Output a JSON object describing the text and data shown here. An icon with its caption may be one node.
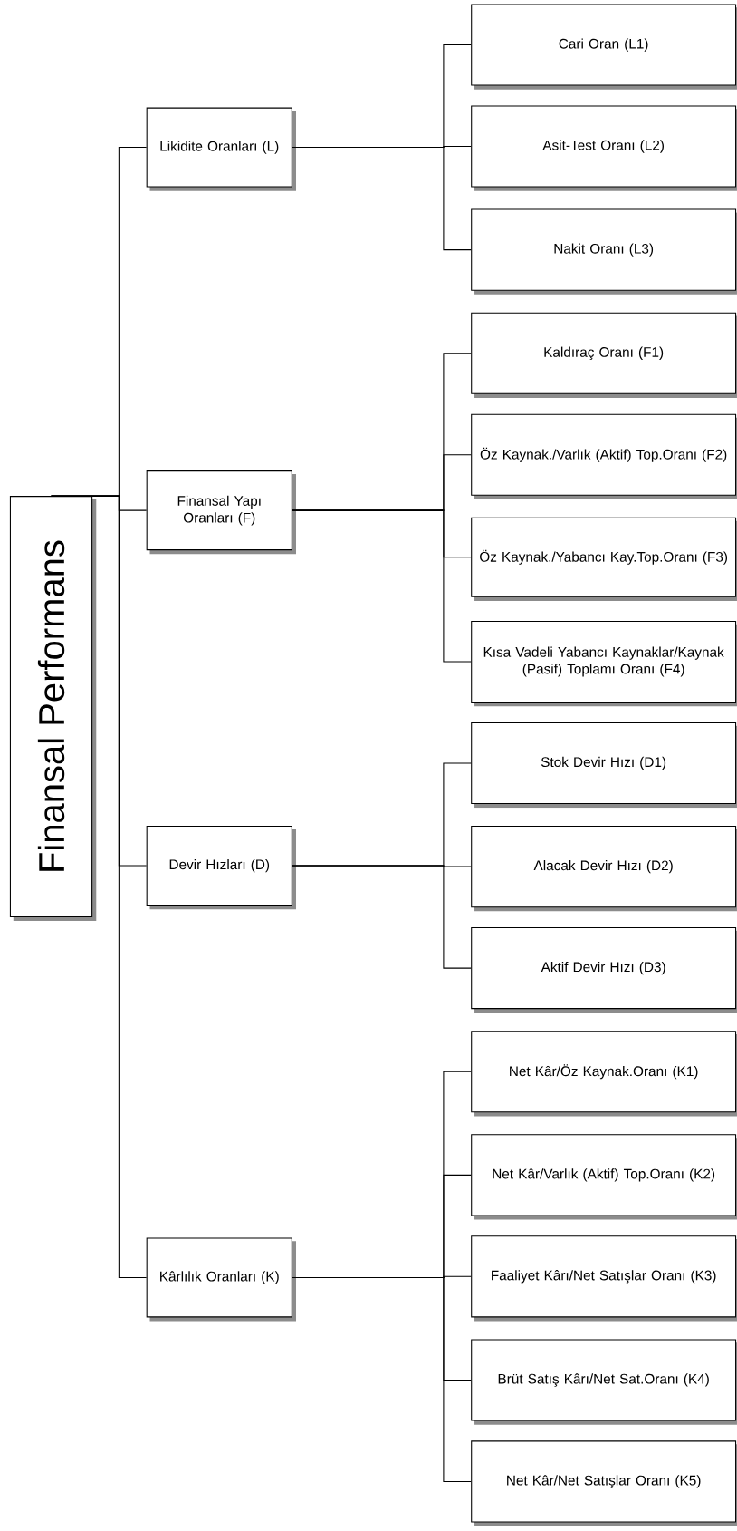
{
  "diagram": {
    "nodes": [
      {
        "text": [
          "Finansal Performans"
        ]
      },
      {
        "text": [
          "Likidite Oranları (L)"
        ]
      },
      {
        "text": [
          "Cari Oran (L1)"
        ]
      },
      {
        "text": [
          "Asit-Test Oranı (L2)"
        ]
      },
      {
        "text": [
          "Nakit Oranı (L3)"
        ]
      },
      {
        "text": [
          "Finansal Yapı Oranları (F)"
        ]
      },
      {
        "text": [
          "Kaldıraç Oranı (F1)"
        ]
      },
      {
        "text": [
          "Öz Kaynak./Varlık (Aktif) Top.Oranı (F2)"
        ]
      },
      {
        "text": [
          "Öz Kaynak./Yabancı Kay.Top.Oranı (F3)"
        ]
      },
      {
        "text": [
          "Kısa Vadeli Yabancı Kaynaklar/Kaynak (Pasif) Toplamı Oranı (F4)"
        ]
      },
      {
        "text": [
          "Devir Hızları (D)"
        ]
      },
      {
        "text": [
          "Stok Devir Hızı (D1)"
        ]
      },
      {
        "text": [
          "Alacak Devir Hızı (D2)"
        ]
      },
      {
        "text": [
          "Aktif Devir Hızı (D3)"
        ]
      },
      {
        "text": [
          "Kârlılık Oranları (K)"
        ]
      },
      {
        "text": [
          "Net Kâr/Öz Kaynak.Oranı (K1)"
        ]
      },
      {
        "text": [
          "Net Kâr/Varlık (Aktif) Top.Oranı (K2)"
        ]
      },
      {
        "text": [
          "Faaliyet Kârı/Net Satışlar Oranı (K3)"
        ]
      },
      {
        "text": [
          "Brüt Satış Kârı/Net Sat.Oranı (K4)"
        ]
      },
      {
        "text": [
          "Net Kâr/Net Satışlar Oranı (K5)"
        ]
      }
    ],
    "edges": [
      {
        "from": 0,
        "to": 1,
        "arrow": "none"
      },
      {
        "from": 0,
        "to": 5,
        "arrow": "none"
      },
      {
        "from": 0,
        "to": 10,
        "arrow": "none"
      },
      {
        "from": 0,
        "to": 14,
        "arrow": "none"
      },
      {
        "from": 1,
        "to": 2,
        "arrow": "none"
      },
      {
        "from": 1,
        "to": 3,
        "arrow": "none"
      },
      {
        "from": 1,
        "to": 4,
        "arrow": "none"
      },
      {
        "from": 5,
        "to": 6,
        "arrow": "none"
      },
      {
        "from": 5,
        "to": 7,
        "arrow": "none"
      },
      {
        "from": 5,
        "to": 8,
        "arrow": "none"
      },
      {
        "from": 5,
        "to": 9,
        "arrow": "none"
      },
      {
        "from": 10,
        "to": 11,
        "arrow": "none"
      },
      {
        "from": 10,
        "to": 12,
        "arrow": "none"
      },
      {
        "from": 10,
        "to": 13,
        "arrow": "none"
      },
      {
        "from": 14,
        "to": 15,
        "arrow": "none"
      },
      {
        "from": 14,
        "to": 16,
        "arrow": "none"
      },
      {
        "from": 14,
        "to": 17,
        "arrow": "none"
      },
      {
        "from": 14,
        "to": 18,
        "arrow": "none"
      },
      {
        "from": 14,
        "to": 19,
        "arrow": "none"
      }
    ]
  }
}
